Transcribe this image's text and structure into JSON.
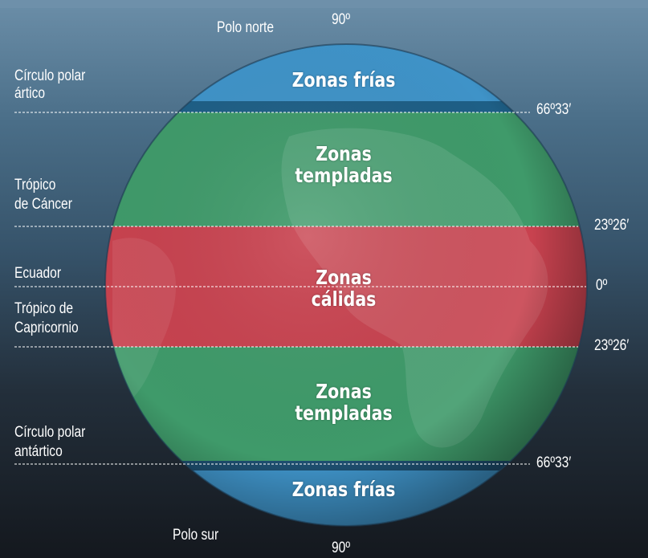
{
  "header_cut_text": "",
  "poles": {
    "north": "Polo norte",
    "north_deg": "90º",
    "south": "Polo sur",
    "south_deg": "90º"
  },
  "left_labels": {
    "arctic_1": "Círculo polar",
    "arctic_2": "ártico",
    "cancer_1": "Trópico",
    "cancer_2": "de Cáncer",
    "equator": "Ecuador",
    "capricorn_1": "Trópico de",
    "capricorn_2": "Capricornio",
    "antarctic_1": "Círculo polar",
    "antarctic_2": "antártico"
  },
  "right_labels": {
    "arctic": "66º33′",
    "cancer": "23º26′",
    "equator": "0º",
    "capricorn": "23º26′",
    "antarctic": "66º33′"
  },
  "zones": {
    "cold_north": "Zonas frías",
    "temperate_north_1": "Zonas",
    "temperate_north_2": "templadas",
    "hot_1": "Zonas",
    "hot_2": "cálidas",
    "temperate_south_1": "Zonas",
    "temperate_south_2": "templadas",
    "cold_south": "Zonas frías"
  },
  "colors": {
    "cold": "#3f93c8",
    "temperate": "#3f9a6a",
    "hot": "#c8424f",
    "background_top": "#6b8ea8",
    "background_bottom": "#14181e"
  }
}
